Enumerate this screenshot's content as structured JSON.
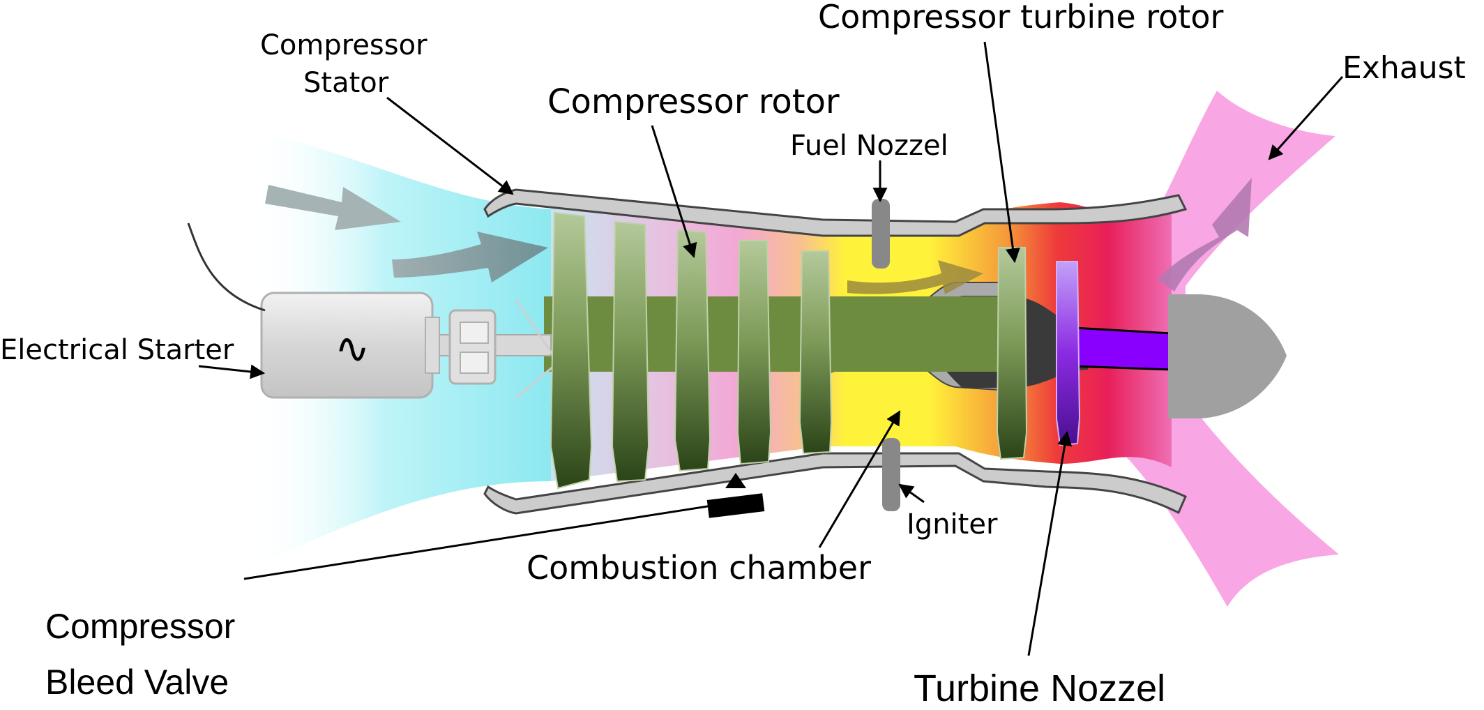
{
  "labels": {
    "compressor_stator_line1": "Compressor",
    "compressor_stator_line2": "Stator",
    "compressor_rotor": "Compressor rotor",
    "compressor_turbine_rotor": "Compressor turbine rotor",
    "fuel_nozzel": "Fuel Nozzel",
    "exhaust": "Exhaust",
    "electrical_starter": "Electrical Starter",
    "igniter": "Igniter",
    "combustion_chamber": "Combustion chamber",
    "bleed_valve_line1": "Compressor",
    "bleed_valve_line2": "Bleed Valve",
    "turbine_nozzel": "Turbine Nozzel",
    "starter_symbol": "∿"
  },
  "colors": {
    "intake_air": "#8de8f0",
    "casing": "#cccccc",
    "casing_stroke": "#444444",
    "compressor_blade_light": "#a9c08a",
    "compressor_blade_dark": "#2f4a1a",
    "shaft": "#6e8c40",
    "combustion": "#fff23a",
    "turbine_hot": "#e8204a",
    "turbine_nozzle_blade": "#8a2be2",
    "exhaust": "#f9a0e0",
    "exhaust_cone": "#a0a0a0",
    "arrow": "#7f9aa0"
  }
}
